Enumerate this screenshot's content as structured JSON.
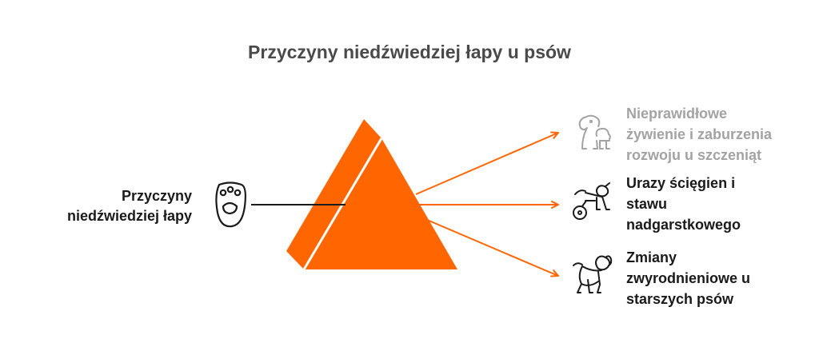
{
  "title": "Przyczyny niedźwiedziej łapy u psów",
  "input": {
    "label_lines": [
      "Przyczyny",
      "niedźwiedziej łapy"
    ],
    "icon": "paw-icon"
  },
  "outputs": [
    {
      "label_lines": [
        "Nieprawidłowe",
        "żywienie i zaburzenia",
        "rozwoju u szczeniąt"
      ],
      "icon": "dog-and-puppy-icon",
      "muted": true
    },
    {
      "label_lines": [
        "Urazy ścięgien i",
        "stawu",
        "nadgarstkowego"
      ],
      "icon": "dog-wheelchair-icon",
      "muted": false
    },
    {
      "label_lines": [
        "Zmiany",
        "zwyrodnieniowe u",
        "starszych psów"
      ],
      "icon": "senior-dog-icon",
      "muted": false
    }
  ],
  "colors": {
    "accent": "#FF6600",
    "accent_dark": "#E85500",
    "text": "#1a1a1a",
    "muted_text": "#a3a3a3",
    "title": "#4a4a4a"
  }
}
